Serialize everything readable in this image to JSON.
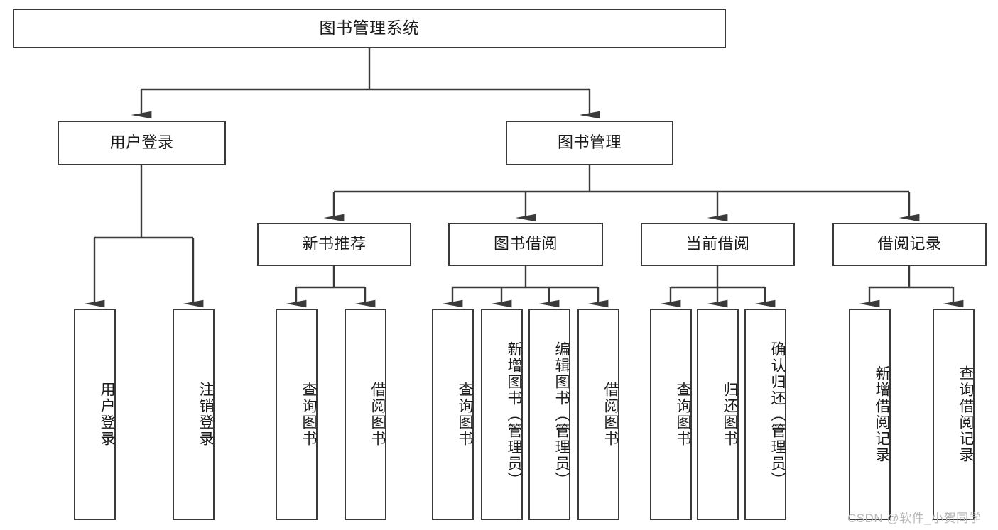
{
  "diagram": {
    "type": "tree",
    "title": "图书管理系统",
    "root": {
      "label": "图书管理系统"
    },
    "level1": [
      {
        "label": "用户登录"
      },
      {
        "label": "图书管理"
      }
    ],
    "level2": [
      {
        "label": "新书推荐"
      },
      {
        "label": "图书借阅"
      },
      {
        "label": "当前借阅"
      },
      {
        "label": "借阅记录"
      }
    ],
    "leaves": {
      "user_login": [
        {
          "label": "用户登录"
        },
        {
          "label": "注销登录"
        }
      ],
      "new_book": [
        {
          "label": "查询图书"
        },
        {
          "label": "借阅图书"
        }
      ],
      "book_borrow": [
        {
          "label": "查询图书"
        },
        {
          "label": "新增图书（管理员）"
        },
        {
          "label": "编辑图书（管理员）"
        },
        {
          "label": "借阅图书"
        }
      ],
      "current_borrow": [
        {
          "label": "查询图书"
        },
        {
          "label": "归还图书"
        },
        {
          "label": "确认归还（管理员）"
        }
      ],
      "borrow_record": [
        {
          "label": "新增借阅记录"
        },
        {
          "label": "查询借阅记录"
        }
      ]
    }
  },
  "watermark": {
    "text": "CSDN @软件_小贺同学"
  },
  "colors": {
    "stroke": "#3a3a3a",
    "fill": "#ffffff",
    "text": "#1a1a1a",
    "watermark": "#b9b9b9"
  }
}
